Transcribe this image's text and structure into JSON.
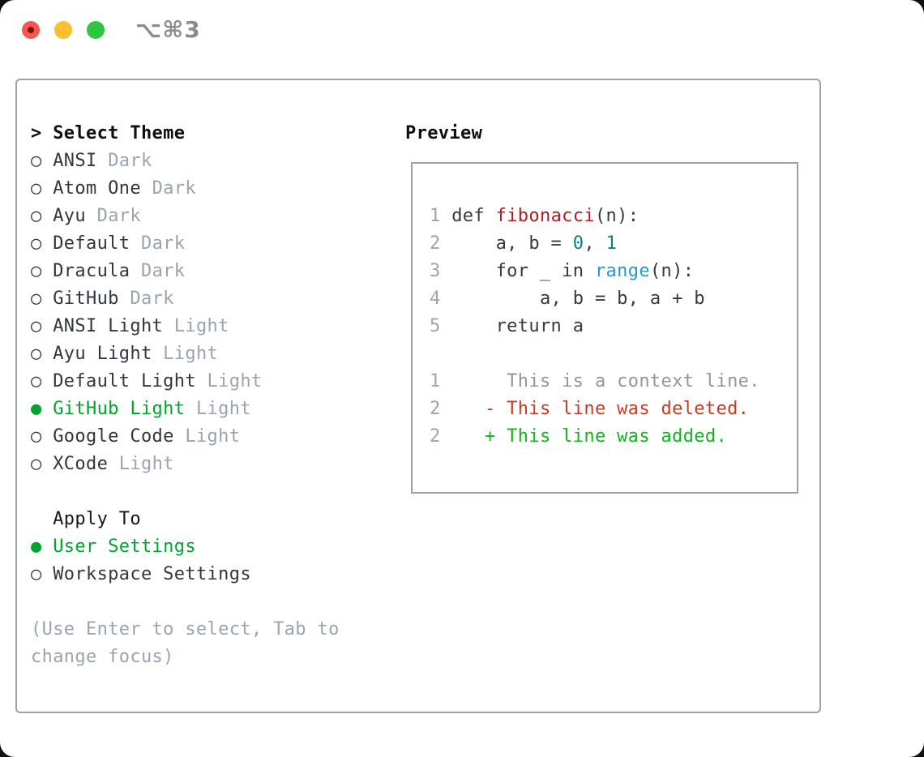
{
  "window": {
    "title": "⌥⌘3",
    "traffic_lights": [
      "close",
      "minimize",
      "zoom"
    ]
  },
  "colors": {
    "accent_green": "#00a42f",
    "border_gray": "#9aa2ae",
    "muted_gray": "#9aa4b0",
    "text_dark": "#31373f",
    "func_red": "#b01e24",
    "number_teal": "#0e7d87",
    "builtin_blue": "#2a96ce",
    "diff_deleted_red": "#c33c25",
    "diff_added_green": "#12b51f",
    "traffic_red": "#f4574d",
    "traffic_yellow": "#fcbd2f",
    "traffic_green": "#2cc73f"
  },
  "icons": {
    "radio_unselected": "○",
    "radio_selected": "●",
    "prompt": ">"
  },
  "left_panel": {
    "header": {
      "prefix": ">",
      "label": "Select Theme"
    },
    "themes": [
      {
        "name": "ANSI",
        "variant": "Dark",
        "selected": false
      },
      {
        "name": "Atom One",
        "variant": "Dark",
        "selected": false
      },
      {
        "name": "Ayu",
        "variant": "Dark",
        "selected": false
      },
      {
        "name": "Default",
        "variant": "Dark",
        "selected": false
      },
      {
        "name": "Dracula",
        "variant": "Dark",
        "selected": false
      },
      {
        "name": "GitHub",
        "variant": "Dark",
        "selected": false
      },
      {
        "name": "ANSI Light",
        "variant": "Light",
        "selected": false
      },
      {
        "name": "Ayu Light",
        "variant": "Light",
        "selected": false
      },
      {
        "name": "Default Light",
        "variant": "Light",
        "selected": false
      },
      {
        "name": "GitHub Light",
        "variant": "Light",
        "selected": true
      },
      {
        "name": "Google Code",
        "variant": "Light",
        "selected": false
      },
      {
        "name": "XCode",
        "variant": "Light",
        "selected": false
      }
    ],
    "apply_to": {
      "label": "Apply To",
      "options": [
        {
          "name": "User Settings",
          "selected": true
        },
        {
          "name": "Workspace Settings",
          "selected": false
        }
      ]
    },
    "hint_lines": [
      "(Use Enter to select, Tab to",
      "change focus)"
    ]
  },
  "preview": {
    "header": "Preview",
    "code_lines": [
      {
        "num": "1",
        "tokens": [
          [
            "def ",
            "plain"
          ],
          [
            "fibonacci",
            "func"
          ],
          [
            "(n):",
            "plain"
          ]
        ]
      },
      {
        "num": "2",
        "tokens": [
          [
            "    a, b = ",
            "plain"
          ],
          [
            "0",
            "number"
          ],
          [
            ", ",
            "plain"
          ],
          [
            "1",
            "number"
          ]
        ]
      },
      {
        "num": "3",
        "tokens": [
          [
            "    for _ in ",
            "plain"
          ],
          [
            "range",
            "builtin"
          ],
          [
            "(n):",
            "plain"
          ]
        ]
      },
      {
        "num": "4",
        "tokens": [
          [
            "        a, b = b, a + b",
            "plain"
          ]
        ]
      },
      {
        "num": "5",
        "tokens": [
          [
            "    return a",
            "plain"
          ]
        ]
      },
      {
        "num": "",
        "tokens": []
      },
      {
        "num": "1",
        "tokens": [
          [
            "     This is a context line.",
            "context"
          ]
        ]
      },
      {
        "num": "2",
        "tokens": [
          [
            "   - This line was deleted.",
            "deleted"
          ]
        ]
      },
      {
        "num": "2",
        "tokens": [
          [
            "   + This line was added.",
            "added"
          ]
        ]
      }
    ]
  }
}
